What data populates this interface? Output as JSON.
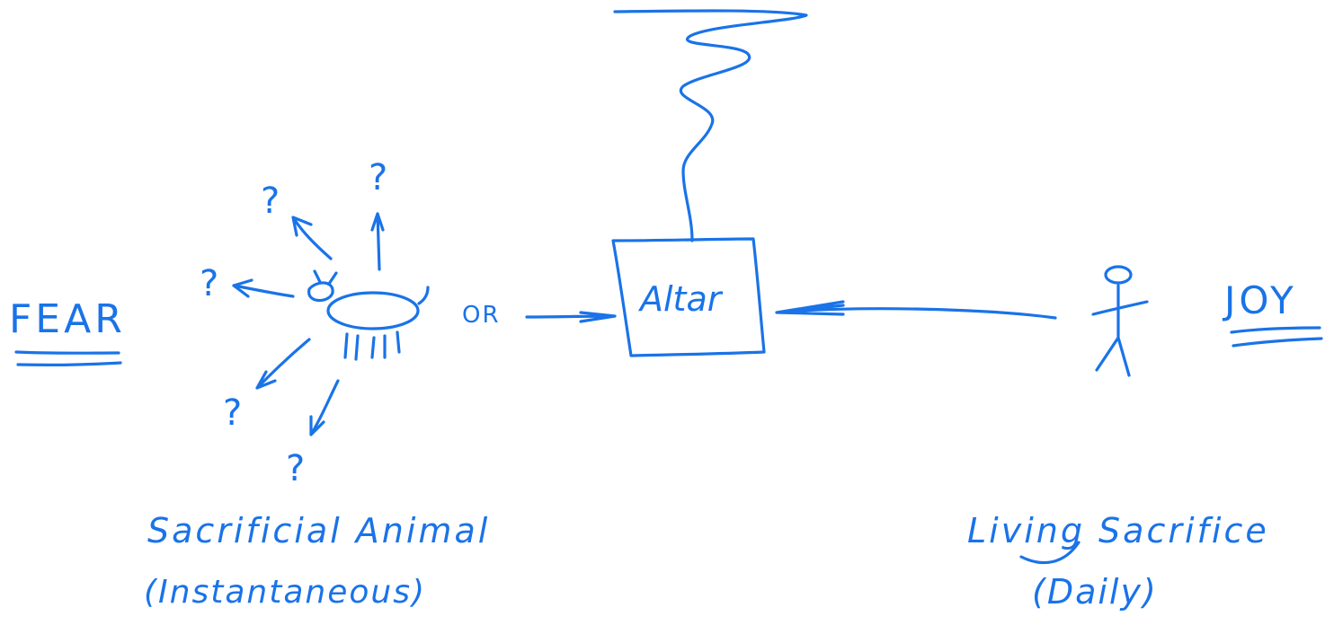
{
  "colors": {
    "ink": "#1a73e8",
    "background": "#ffffff"
  },
  "labels": {
    "fear": "FEAR",
    "joy": "JOY",
    "altar": "Altar",
    "or": "OR",
    "question_mark": "?",
    "sacrificial_animal": "Sacrificial Animal",
    "instantaneous": "(Instantaneous)",
    "living_sacrifice": "Living Sacrifice",
    "daily": "(Daily)"
  }
}
